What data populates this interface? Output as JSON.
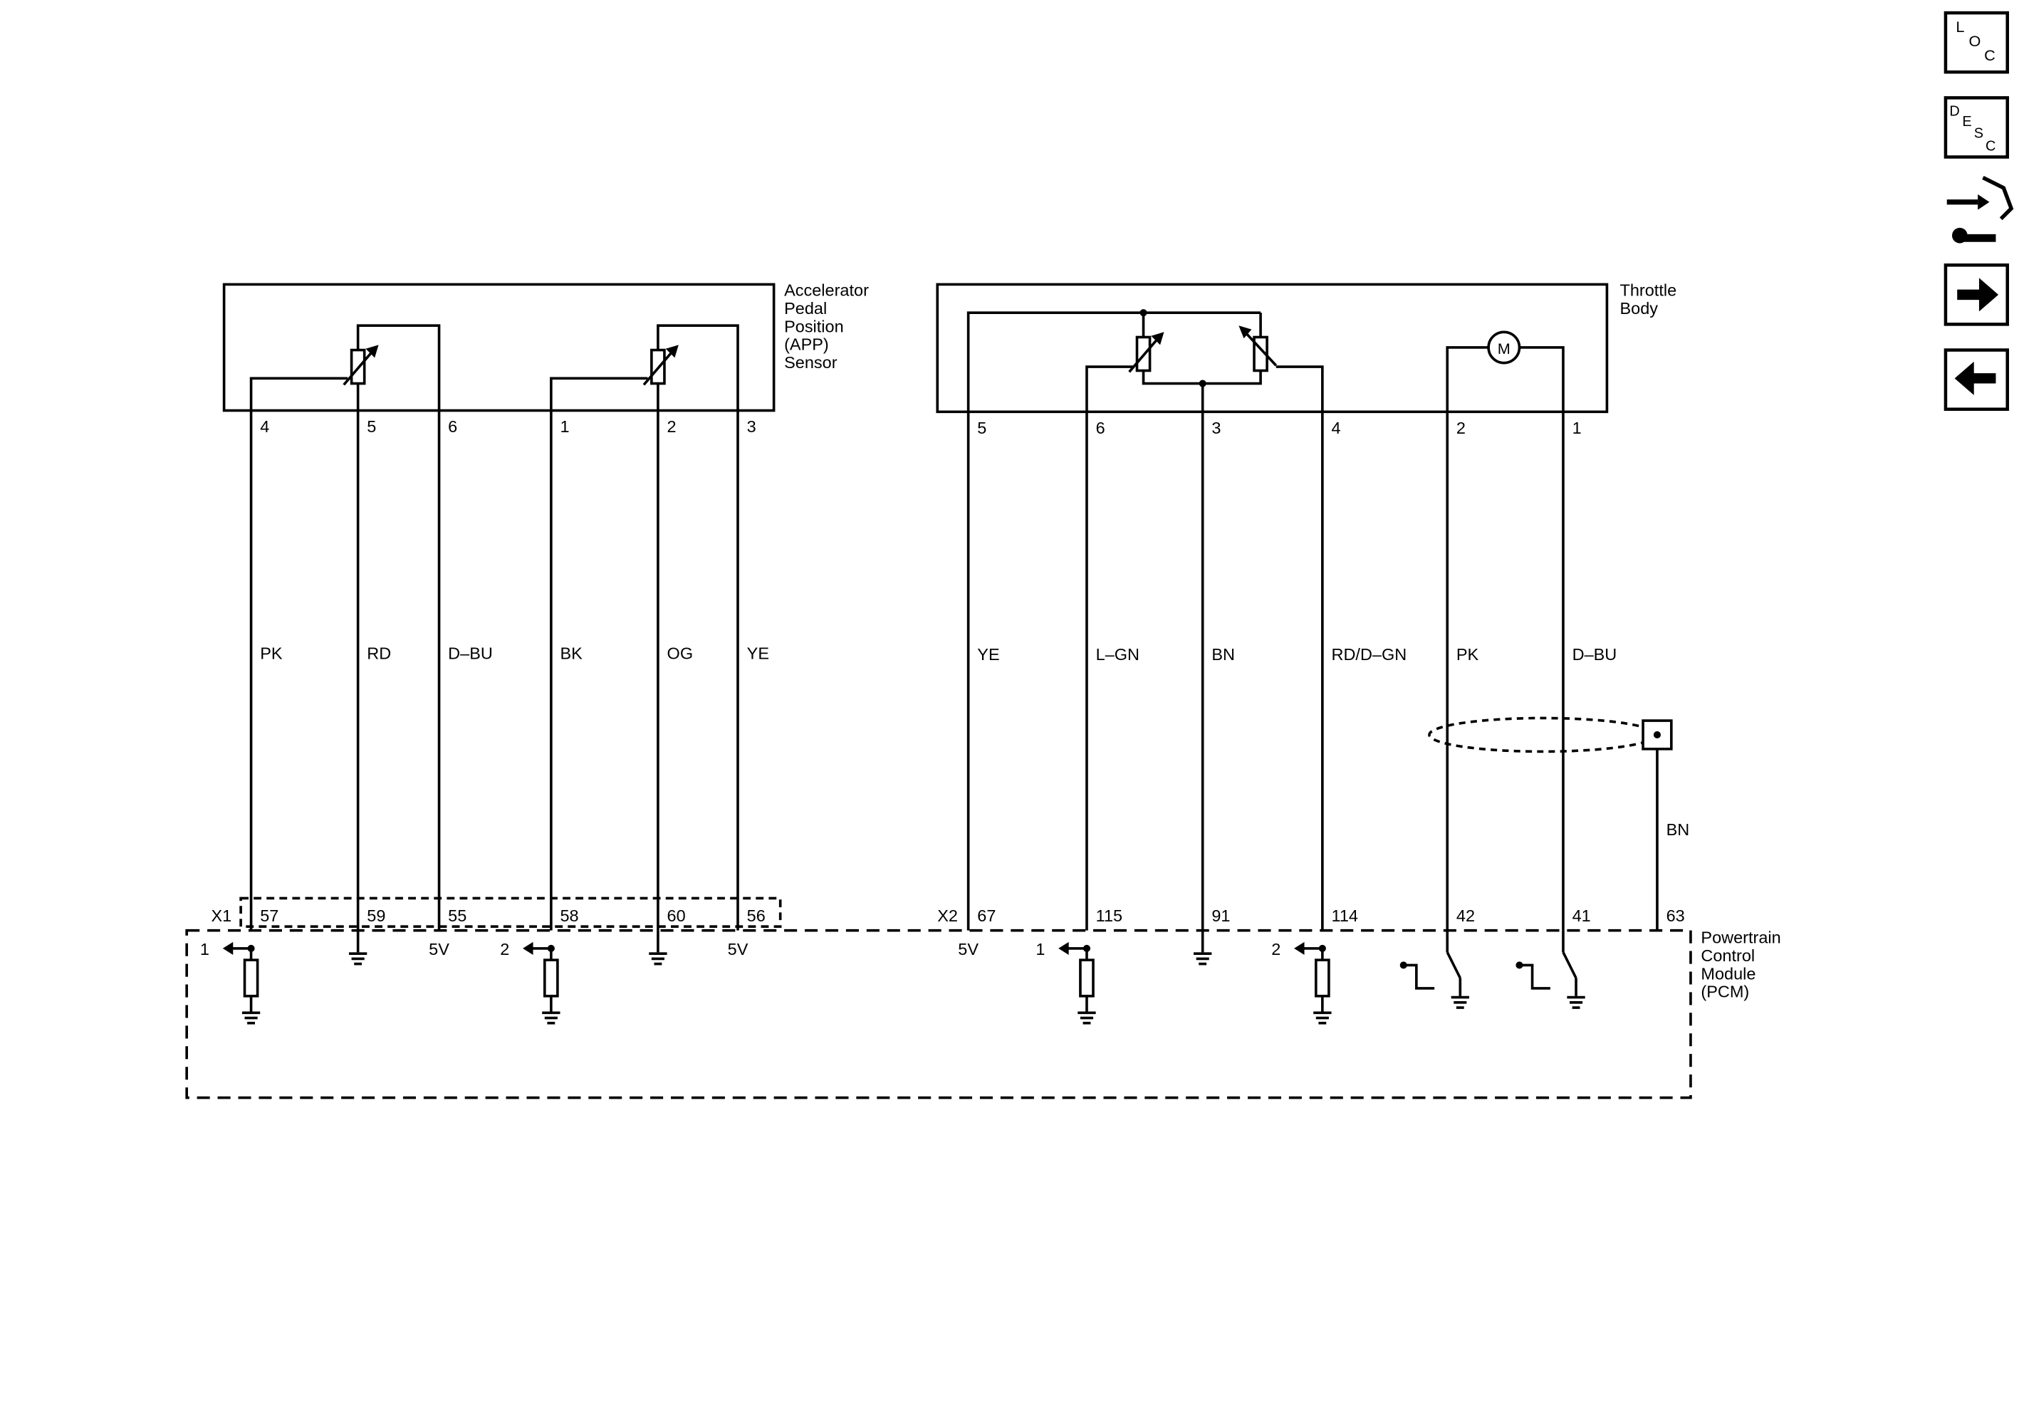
{
  "app_sensor": {
    "title_lines": [
      "Accelerator",
      "Pedal",
      "Position",
      "(APP)",
      "Sensor"
    ],
    "pins": [
      "4",
      "5",
      "6",
      "1",
      "2",
      "3"
    ],
    "wires": [
      "PK",
      "RD",
      "D–BU",
      "BK",
      "OG",
      "YE"
    ],
    "pcm_pins": [
      "57",
      "59",
      "55",
      "58",
      "60",
      "56"
    ],
    "supply_labels": [
      "5V",
      "5V"
    ],
    "signal_numbers": [
      "1",
      "2"
    ],
    "connector": "X1"
  },
  "throttle_body": {
    "title_lines": [
      "Throttle",
      "Body"
    ],
    "pins": [
      "5",
      "6",
      "3",
      "4",
      "2",
      "1"
    ],
    "wires": [
      "YE",
      "L–GN",
      "BN",
      "RD/D–GN",
      "PK",
      "D–BU"
    ],
    "pcm_pins": [
      "67",
      "115",
      "91",
      "114",
      "42",
      "41",
      "63"
    ],
    "supply_label": "5V",
    "signal_numbers": [
      "1",
      "2"
    ],
    "connector": "X2",
    "motor_label": "M",
    "shield_wire": "BN"
  },
  "pcm": {
    "title_lines": [
      "Powertrain",
      "Control",
      "Module",
      "(PCM)"
    ]
  },
  "toolbar": {
    "loc": {
      "letters": [
        "L",
        "O",
        "C"
      ],
      "icon": "location-icon"
    },
    "desc": {
      "letters": [
        "D",
        "E",
        "S",
        "C"
      ],
      "icon": "description-icon"
    },
    "connector_icon": "connector-wrench-icon",
    "next_icon": "arrow-right-icon",
    "prev_icon": "arrow-left-icon"
  }
}
